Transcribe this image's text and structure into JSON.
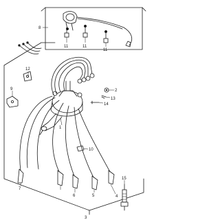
{
  "callouts": [
    {
      "id": "callout-1",
      "text": "1"
    },
    {
      "id": "callout-2",
      "text": "2"
    },
    {
      "id": "callout-3",
      "text": "3"
    },
    {
      "id": "callout-4",
      "text": "4"
    },
    {
      "id": "callout-5",
      "text": "5"
    },
    {
      "id": "callout-6",
      "text": "6"
    },
    {
      "id": "callout-7",
      "text": "7"
    },
    {
      "id": "callout-8",
      "text": "8"
    },
    {
      "id": "callout-9",
      "text": "9"
    },
    {
      "id": "callout-10",
      "text": "10"
    },
    {
      "id": "callout-11a",
      "text": "11"
    },
    {
      "id": "callout-11b",
      "text": "11"
    },
    {
      "id": "callout-11c",
      "text": "11"
    },
    {
      "id": "callout-12",
      "text": "12"
    },
    {
      "id": "callout-13",
      "text": "13"
    },
    {
      "id": "callout-14",
      "text": "14"
    },
    {
      "id": "callout-15",
      "text": "15"
    }
  ]
}
